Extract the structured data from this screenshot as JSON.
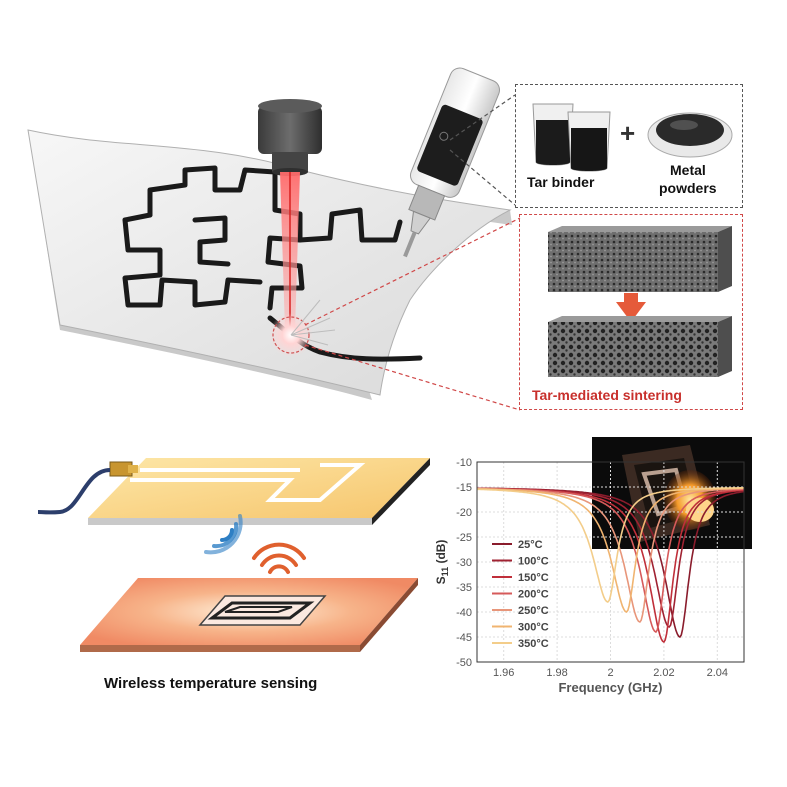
{
  "materials": {
    "binder_label": "Tar binder",
    "plus_symbol": "+",
    "powder_label_line1": "Metal",
    "powder_label_line2": "powders"
  },
  "sintering": {
    "label": "Tar-mediated sintering"
  },
  "wireless": {
    "label": "Wireless temperature sensing"
  },
  "colors": {
    "accent_red": "#c8302c",
    "dashed_box": "#555555"
  },
  "chart_data": {
    "type": "line",
    "xlabel": "Frequency (GHz)",
    "ylabel": "S11 (dB)",
    "ylabel_main": "S",
    "ylabel_sub": "11",
    "ylabel_unit": " (dB)",
    "xlim": [
      1.95,
      2.05
    ],
    "ylim": [
      -50,
      -10
    ],
    "xticks": [
      1.96,
      1.98,
      2.0,
      2.02,
      2.04
    ],
    "xtick_labels": [
      "1.96",
      "1.98",
      "2",
      "2.02",
      "2.04"
    ],
    "yticks": [
      -10,
      -15,
      -20,
      -25,
      -30,
      -35,
      -40,
      -45,
      -50
    ],
    "ytick_labels": [
      "-10",
      "-15",
      "-20",
      "-25",
      "-30",
      "-35",
      "-40",
      "-45",
      "-50"
    ],
    "grid": true,
    "legend_position": "left",
    "series": [
      {
        "name": "25°C",
        "color": "#8a1c2c",
        "resonance_ghz": 2.026,
        "min_db": -45
      },
      {
        "name": "100°C",
        "color": "#a02232",
        "resonance_ghz": 2.022,
        "min_db": -43
      },
      {
        "name": "150°C",
        "color": "#c02f3a",
        "resonance_ghz": 2.02,
        "min_db": -46
      },
      {
        "name": "200°C",
        "color": "#d65a5a",
        "resonance_ghz": 2.017,
        "min_db": -44
      },
      {
        "name": "250°C",
        "color": "#e8967a",
        "resonance_ghz": 2.011,
        "min_db": -42
      },
      {
        "name": "300°C",
        "color": "#f0b470",
        "resonance_ghz": 2.006,
        "min_db": -40
      },
      {
        "name": "350°C",
        "color": "#f3cd8a",
        "resonance_ghz": 1.999,
        "min_db": -38
      }
    ]
  }
}
